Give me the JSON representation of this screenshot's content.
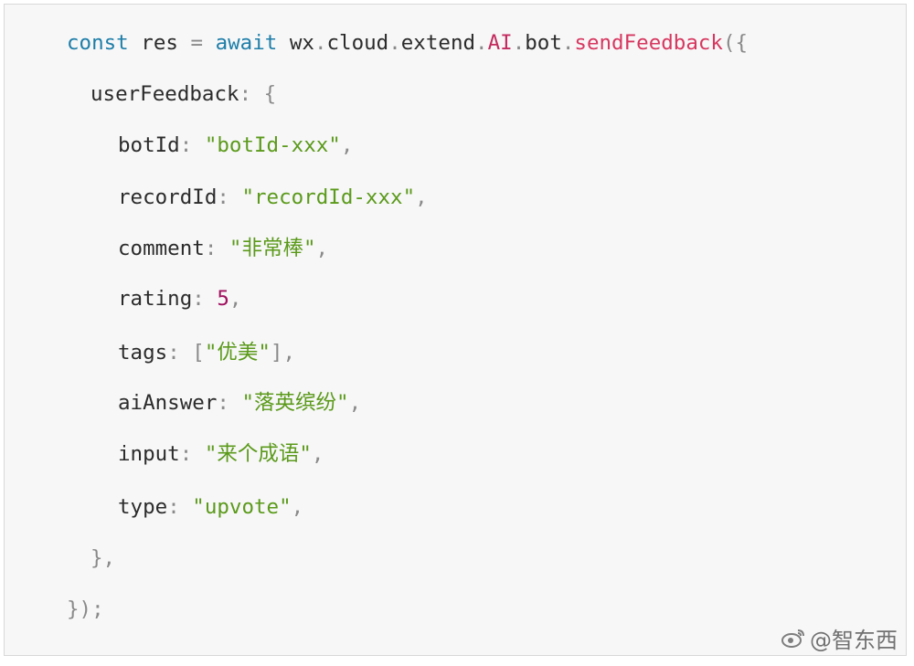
{
  "code": {
    "lines": [
      {
        "indent": 1,
        "tokens": [
          {
            "t": "keyword",
            "v": "const"
          },
          {
            "t": "ident",
            "v": " res "
          },
          {
            "t": "punct",
            "v": "= "
          },
          {
            "t": "keyword",
            "v": "await"
          },
          {
            "t": "ident",
            "v": " wx"
          },
          {
            "t": "punct",
            "v": "."
          },
          {
            "t": "ident",
            "v": "cloud"
          },
          {
            "t": "punct",
            "v": "."
          },
          {
            "t": "ident",
            "v": "extend"
          },
          {
            "t": "punct",
            "v": "."
          },
          {
            "t": "class",
            "v": "AI"
          },
          {
            "t": "punct",
            "v": "."
          },
          {
            "t": "ident",
            "v": "bot"
          },
          {
            "t": "punct",
            "v": "."
          },
          {
            "t": "method",
            "v": "sendFeedback"
          },
          {
            "t": "punct",
            "v": "({"
          }
        ]
      },
      {
        "indent": 2,
        "tokens": [
          {
            "t": "prop",
            "v": "userFeedback"
          },
          {
            "t": "punct",
            "v": ": {"
          }
        ]
      },
      {
        "indent": 3,
        "tokens": [
          {
            "t": "prop",
            "v": "botId"
          },
          {
            "t": "punct",
            "v": ": "
          },
          {
            "t": "string",
            "v": "\"botId-xxx\""
          },
          {
            "t": "punct",
            "v": ","
          }
        ]
      },
      {
        "indent": 3,
        "tokens": [
          {
            "t": "prop",
            "v": "recordId"
          },
          {
            "t": "punct",
            "v": ": "
          },
          {
            "t": "string",
            "v": "\"recordId-xxx\""
          },
          {
            "t": "punct",
            "v": ","
          }
        ]
      },
      {
        "indent": 3,
        "tokens": [
          {
            "t": "prop",
            "v": "comment"
          },
          {
            "t": "punct",
            "v": ": "
          },
          {
            "t": "string",
            "v": "\"非常棒\""
          },
          {
            "t": "punct",
            "v": ","
          }
        ]
      },
      {
        "indent": 3,
        "tokens": [
          {
            "t": "prop",
            "v": "rating"
          },
          {
            "t": "punct",
            "v": ": "
          },
          {
            "t": "number",
            "v": "5"
          },
          {
            "t": "punct",
            "v": ","
          }
        ]
      },
      {
        "indent": 3,
        "tokens": [
          {
            "t": "prop",
            "v": "tags"
          },
          {
            "t": "punct",
            "v": ": ["
          },
          {
            "t": "string",
            "v": "\"优美\""
          },
          {
            "t": "punct",
            "v": "],"
          }
        ]
      },
      {
        "indent": 3,
        "tokens": [
          {
            "t": "prop",
            "v": "aiAnswer"
          },
          {
            "t": "punct",
            "v": ": "
          },
          {
            "t": "string",
            "v": "\"落英缤纷\""
          },
          {
            "t": "punct",
            "v": ","
          }
        ]
      },
      {
        "indent": 3,
        "tokens": [
          {
            "t": "prop",
            "v": "input"
          },
          {
            "t": "punct",
            "v": ": "
          },
          {
            "t": "string",
            "v": "\"来个成语\""
          },
          {
            "t": "punct",
            "v": ","
          }
        ]
      },
      {
        "indent": 3,
        "tokens": [
          {
            "t": "prop",
            "v": "type"
          },
          {
            "t": "punct",
            "v": ": "
          },
          {
            "t": "string",
            "v": "\"upvote\""
          },
          {
            "t": "punct",
            "v": ","
          }
        ]
      },
      {
        "indent": 2,
        "tokens": [
          {
            "t": "punct",
            "v": "},"
          }
        ]
      },
      {
        "indent": 1,
        "tokens": [
          {
            "t": "punct",
            "v": "});"
          }
        ]
      }
    ]
  },
  "watermark": {
    "text": "@智东西",
    "icon": "weibo-icon"
  }
}
